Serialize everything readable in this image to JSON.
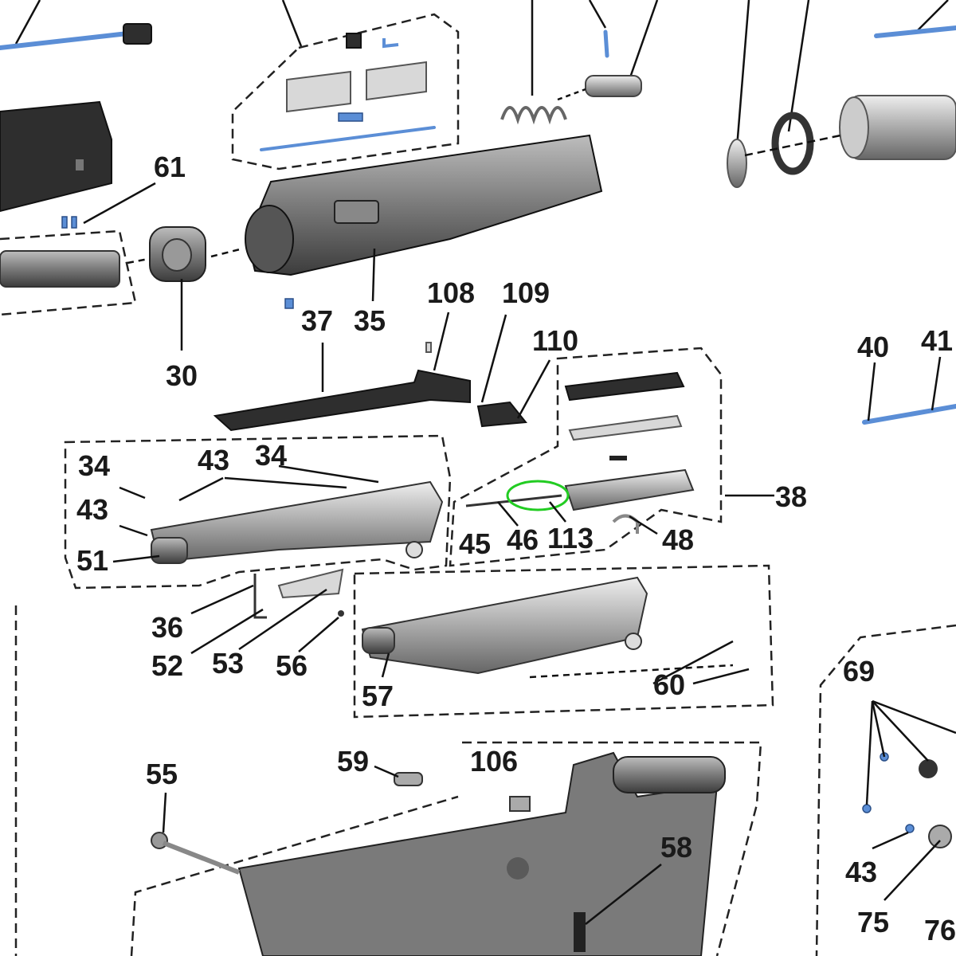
{
  "labels": {
    "p61": "61",
    "p30": "30",
    "p37": "37",
    "p35": "35",
    "p108": "108",
    "p109": "109",
    "p110": "110",
    "p40": "40",
    "p41": "41",
    "p34a": "34",
    "p43a": "43",
    "p34b": "34",
    "p43b": "43",
    "p51": "51",
    "p38": "38",
    "p45": "45",
    "p46": "46",
    "p113": "113",
    "p48": "48",
    "p36": "36",
    "p52": "52",
    "p53": "53",
    "p56": "56",
    "p57": "57",
    "p60": "60",
    "p69": "69",
    "p55": "55",
    "p59": "59",
    "p106": "106",
    "p58": "58",
    "p43c": "43",
    "p75": "75",
    "p76": "76"
  },
  "highlight_color": "#22cc22"
}
